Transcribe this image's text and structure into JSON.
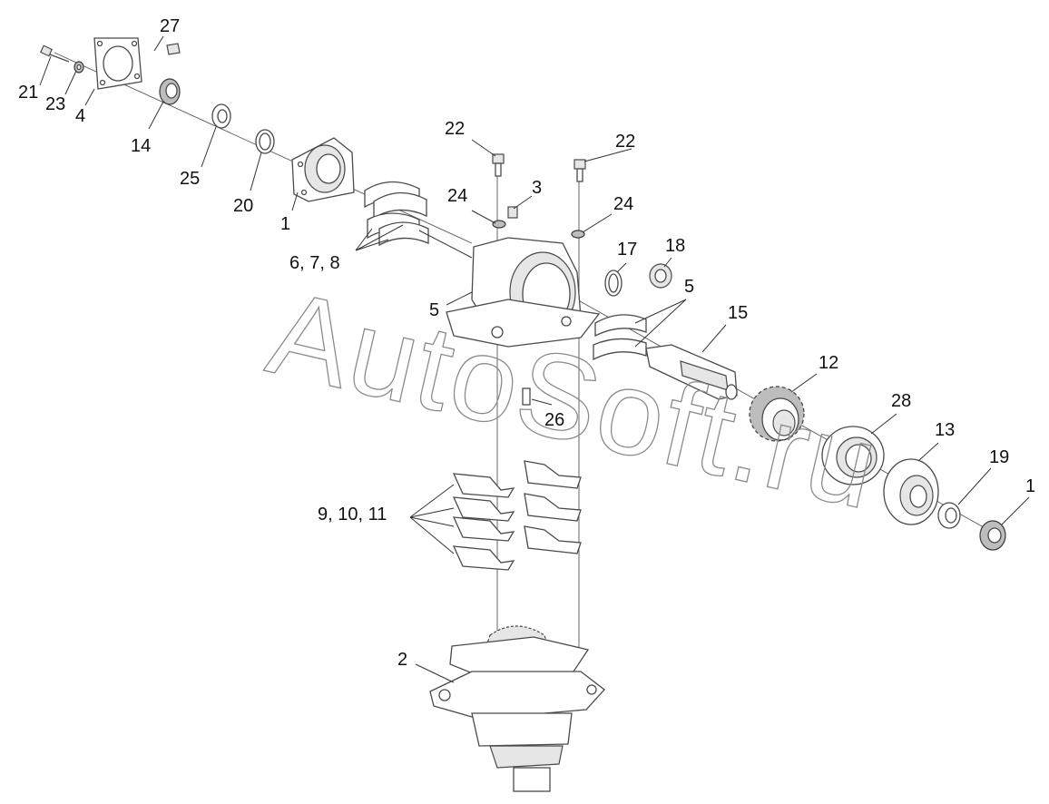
{
  "watermark": "AutoSoft.ru",
  "callouts": {
    "c1a": "1",
    "c1b": "1",
    "c2": "2",
    "c3": "3",
    "c4": "4",
    "c5a": "5",
    "c5b": "5",
    "c678": "6, 7, 8",
    "c91011": "9, 10, 11",
    "c12": "12",
    "c13": "13",
    "c14": "14",
    "c15": "15",
    "c17": "17",
    "c18": "18",
    "c19": "19",
    "c20": "20",
    "c21": "21",
    "c22a": "22",
    "c22b": "22",
    "c23": "23",
    "c24a": "24",
    "c24b": "24",
    "c25": "25",
    "c26": "26",
    "c27": "27",
    "c28": "28"
  }
}
